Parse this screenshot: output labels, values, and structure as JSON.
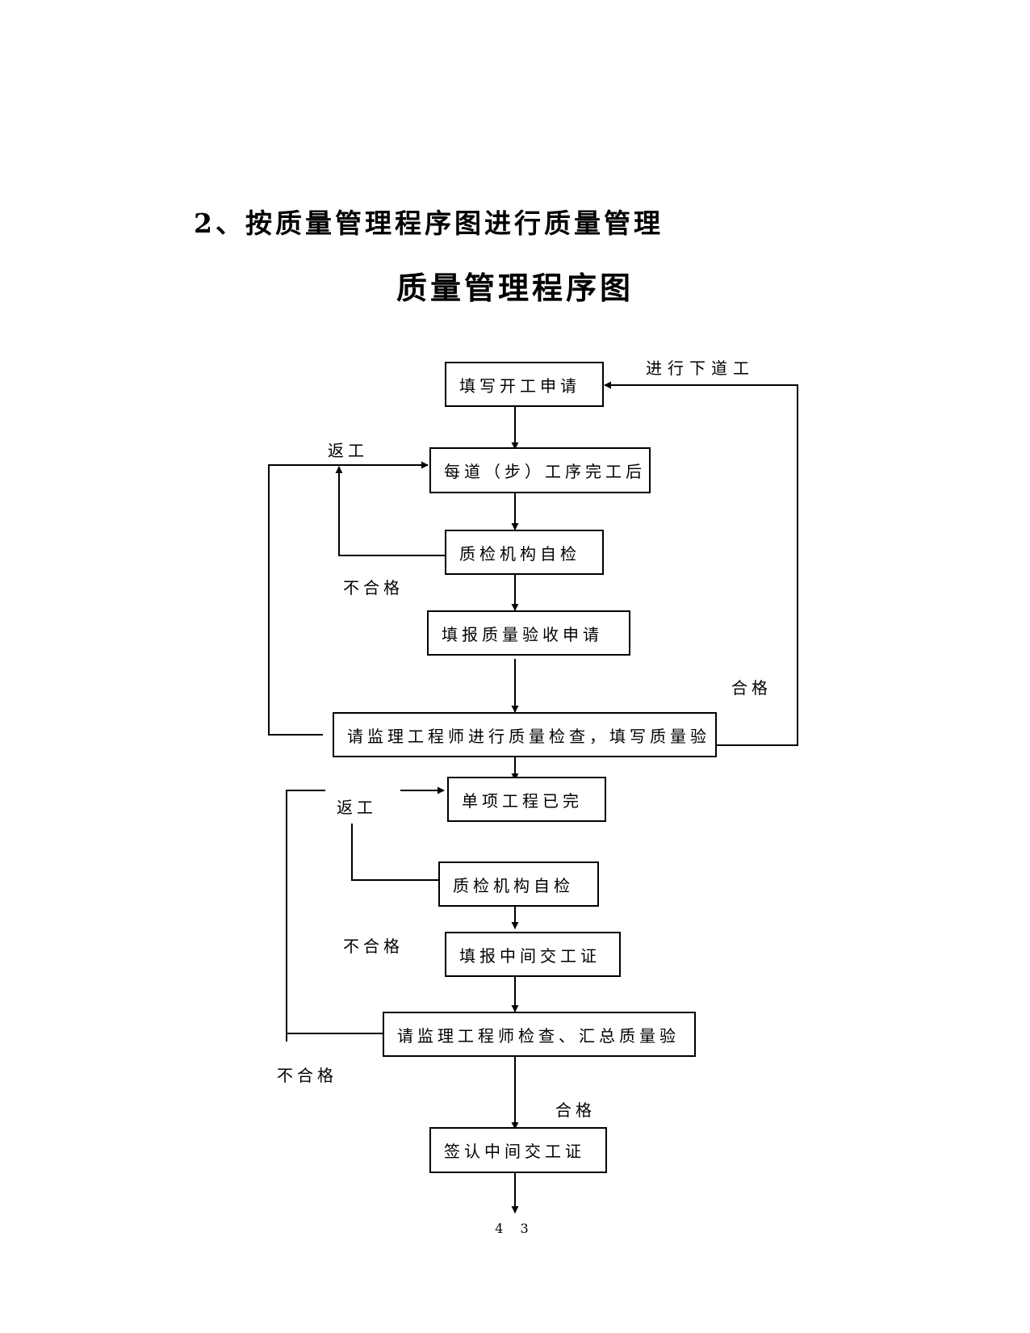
{
  "heading": "2、按质量管理程序图进行质量管理",
  "title": "质量管理程序图",
  "nodes": {
    "fill_start": "填写开工申请",
    "step_done": "每道（步）工序完工后",
    "self_check_1": "质检机构自检",
    "fill_acceptance": "填报质量验收申请",
    "supervisor_check": "请监理工程师进行质量检查，填写质量验",
    "item_done": "单项工程已完",
    "self_check_2": "质检机构自检",
    "fill_handover": "填报中间交工证",
    "supervisor_summary": "请监理工程师检查、汇总质量验",
    "sign_handover": "签认中间交工证"
  },
  "labels": {
    "next_process": "进行下道工",
    "rework_1": "返工",
    "fail_1": "不合格",
    "pass_1": "合格",
    "rework_2": "返工",
    "fail_2": "不合格",
    "fail_3": "不合格",
    "pass_2": "合格"
  },
  "page_number": "4 3"
}
